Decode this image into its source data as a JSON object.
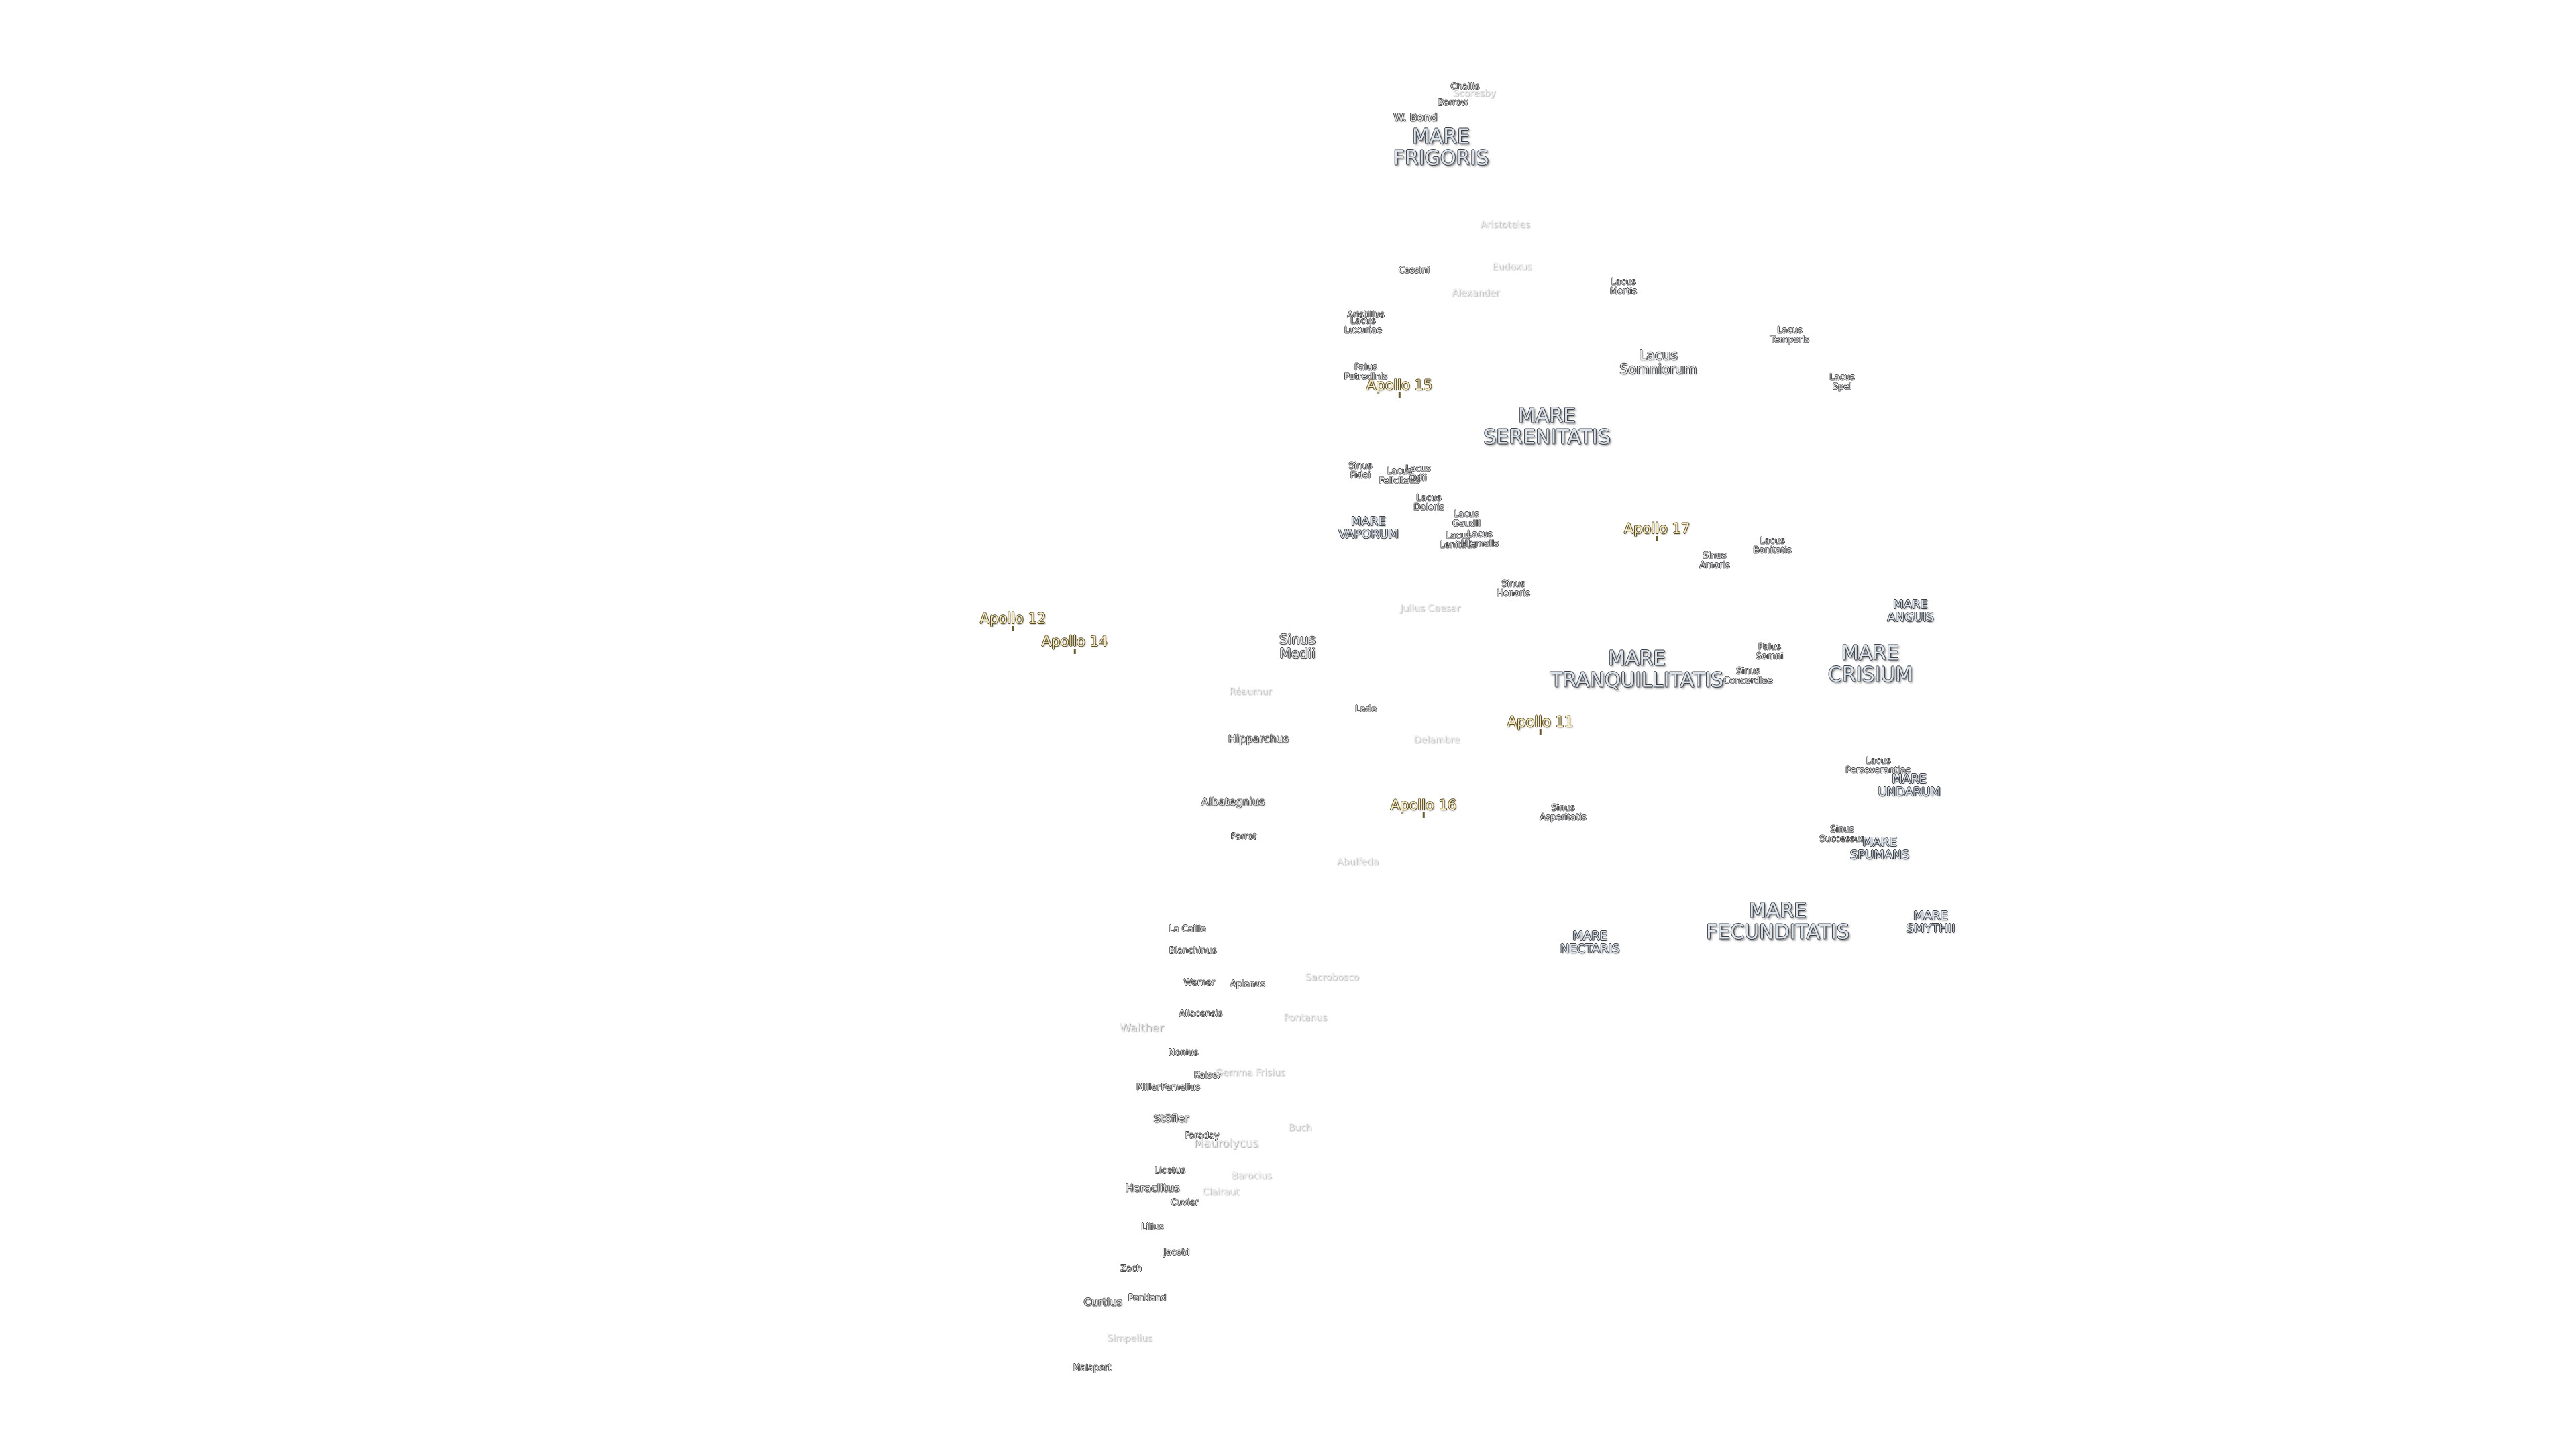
{
  "map": {
    "labels": [
      {
        "id": "mare-frigoris",
        "text": "MARE\nFRIGORIS",
        "kind": "mare"
      },
      {
        "id": "w-bond",
        "text": "W. Bond",
        "kind": "crater"
      },
      {
        "id": "barrow",
        "text": "Barrow",
        "kind": "crater-s"
      },
      {
        "id": "challis",
        "text": "Challis",
        "kind": "crater-s"
      },
      {
        "id": "scoresby",
        "text": "Scoresby",
        "kind": "faint"
      },
      {
        "id": "aristoteles",
        "text": "Aristoteles",
        "kind": "faint"
      },
      {
        "id": "cassini",
        "text": "Cassini",
        "kind": "crater-s"
      },
      {
        "id": "eudoxus",
        "text": "Eudoxus",
        "kind": "faint"
      },
      {
        "id": "alexander",
        "text": "Alexander",
        "kind": "faint"
      },
      {
        "id": "lacus-mortis",
        "text": "Lacus\nMortis",
        "kind": "lake-s"
      },
      {
        "id": "lacus-temporis",
        "text": "Lacus\nTemporis",
        "kind": "lake-s"
      },
      {
        "id": "lacus-somniorum",
        "text": "Lacus\nSomniorum",
        "kind": "lake"
      },
      {
        "id": "lacus-spei",
        "text": "Lacus\nSpei",
        "kind": "lake-s"
      },
      {
        "id": "aristillus",
        "text": "Aristillus",
        "kind": "crater-s"
      },
      {
        "id": "lacus-luxuriae",
        "text": "Lacus\nLuxuriae",
        "kind": "lake-s"
      },
      {
        "id": "palus-putredinis",
        "text": "Palus\nPutredinis",
        "kind": "lake-s"
      },
      {
        "id": "apollo-15",
        "text": "Apollo 15",
        "kind": "apollo"
      },
      {
        "id": "mare-serenitatis",
        "text": "MARE\nSERENITATIS",
        "kind": "mare"
      },
      {
        "id": "sinus-fidei",
        "text": "Sinus\nFidei",
        "kind": "lake-s"
      },
      {
        "id": "lacus-felicitatis",
        "text": "Lacus\nFelicitatis",
        "kind": "lake-s"
      },
      {
        "id": "lacus-odii",
        "text": "Lacus\nOdii",
        "kind": "lake-s"
      },
      {
        "id": "lacus-doloris",
        "text": "Lacus\nDoloris",
        "kind": "lake-s"
      },
      {
        "id": "lacus-gaudii",
        "text": "Lacus\nGaudii",
        "kind": "lake-s"
      },
      {
        "id": "mare-vaporum",
        "text": "MARE\nVAPORUM",
        "kind": "mare-s"
      },
      {
        "id": "lacus-lenitatis",
        "text": "Lacus\nLenitatis",
        "kind": "lake-s"
      },
      {
        "id": "lacus-hiemalis",
        "text": "Lacus\nHiemalis",
        "kind": "lake-s"
      },
      {
        "id": "apollo-17",
        "text": "Apollo 17",
        "kind": "apollo"
      },
      {
        "id": "sinus-amoris",
        "text": "Sinus\nAmoris",
        "kind": "lake-s"
      },
      {
        "id": "lacus-bonitatis",
        "text": "Lacus\nBonitatis",
        "kind": "lake-s"
      },
      {
        "id": "sinus-honoris",
        "text": "Sinus\nHonoris",
        "kind": "lake-s"
      },
      {
        "id": "julius-caesar",
        "text": "Julius Caesar",
        "kind": "faint"
      },
      {
        "id": "mare-anguis",
        "text": "MARE\nANGUIS",
        "kind": "mare-s"
      },
      {
        "id": "apollo-12",
        "text": "Apollo 12",
        "kind": "apollo"
      },
      {
        "id": "apollo-14",
        "text": "Apollo 14",
        "kind": "apollo"
      },
      {
        "id": "sinus-medii",
        "text": "Sinus\nMedii",
        "kind": "lake"
      },
      {
        "id": "mare-tranquillitatis",
        "text": "MARE\nTRANQUILLITATIS",
        "kind": "mare"
      },
      {
        "id": "palus-somni",
        "text": "Palus\nSomni",
        "kind": "lake-s"
      },
      {
        "id": "sinus-concordiae",
        "text": "Sinus\nConcordiae",
        "kind": "lake-s"
      },
      {
        "id": "mare-crisium",
        "text": "MARE\nCRISIUM",
        "kind": "mare"
      },
      {
        "id": "rhaeticus",
        "text": "Réaumur",
        "kind": "faint"
      },
      {
        "id": "lade",
        "text": "Lade",
        "kind": "crater-s"
      },
      {
        "id": "apollo-11",
        "text": "Apollo 11",
        "kind": "apollo"
      },
      {
        "id": "hipparchus",
        "text": "Hipparchus",
        "kind": "crater"
      },
      {
        "id": "delambre",
        "text": "Delambre",
        "kind": "faint"
      },
      {
        "id": "lacus-perseverantiae",
        "text": "Lacus\nPerseverantiae",
        "kind": "lake-s"
      },
      {
        "id": "mare-undarum",
        "text": "MARE\nUNDARUM",
        "kind": "mare-s"
      },
      {
        "id": "albategnius",
        "text": "Albategnius",
        "kind": "crater"
      },
      {
        "id": "apollo-16",
        "text": "Apollo 16",
        "kind": "apollo"
      },
      {
        "id": "sinus-asperitatis",
        "text": "Sinus\nAsperitatis",
        "kind": "lake-s"
      },
      {
        "id": "parrot",
        "text": "Parrot",
        "kind": "crater-s"
      },
      {
        "id": "sinus-successus",
        "text": "Sinus\nSuccessus",
        "kind": "lake-s"
      },
      {
        "id": "mare-spumans",
        "text": "MARE\nSPUMANS",
        "kind": "mare-s"
      },
      {
        "id": "abulfeda",
        "text": "Abulfeda",
        "kind": "faint"
      },
      {
        "id": "mare-fecunditatis",
        "text": "MARE\nFECUNDITATIS",
        "kind": "mare"
      },
      {
        "id": "mare-smythii",
        "text": "MARE\nSMYTHII",
        "kind": "mare-s"
      },
      {
        "id": "mare-nectaris",
        "text": "MARE\nNECTARIS",
        "kind": "mare-s"
      },
      {
        "id": "la-caille",
        "text": "La Caille",
        "kind": "crater-s"
      },
      {
        "id": "blanchinus",
        "text": "Blanchinus",
        "kind": "crater-s"
      },
      {
        "id": "sacrobosco",
        "text": "Sacrobosco",
        "kind": "faint"
      },
      {
        "id": "werner",
        "text": "Werner",
        "kind": "crater-s"
      },
      {
        "id": "apianus",
        "text": "Apianus",
        "kind": "crater-s"
      },
      {
        "id": "aliacensis",
        "text": "Aliacensis",
        "kind": "crater-s"
      },
      {
        "id": "fontenus",
        "text": "Pontanus",
        "kind": "faint"
      },
      {
        "id": "walther",
        "text": "Walther",
        "kind": "faint-l"
      },
      {
        "id": "nonius",
        "text": "Nonius",
        "kind": "crater-s"
      },
      {
        "id": "kaiser",
        "text": "Kaiser",
        "kind": "crater-s"
      },
      {
        "id": "gemma-frisius",
        "text": "Gemma Frisius",
        "kind": "faint"
      },
      {
        "id": "miller",
        "text": "Miller",
        "kind": "crater-s"
      },
      {
        "id": "fernelius",
        "text": "Fernelius",
        "kind": "crater-s"
      },
      {
        "id": "stofler",
        "text": "Stöfler",
        "kind": "crater"
      },
      {
        "id": "buch",
        "text": "Buch",
        "kind": "faint"
      },
      {
        "id": "faraday",
        "text": "Faraday",
        "kind": "crater-s"
      },
      {
        "id": "maurolycus",
        "text": "Maurolycus",
        "kind": "faint-l"
      },
      {
        "id": "licetus",
        "text": "Licetus",
        "kind": "crater-s"
      },
      {
        "id": "barocius",
        "text": "Barocius",
        "kind": "faint"
      },
      {
        "id": "heraclitus",
        "text": "Heraclitus",
        "kind": "crater"
      },
      {
        "id": "clairaut",
        "text": "Clairaut",
        "kind": "faint"
      },
      {
        "id": "cuvier",
        "text": "Cuvier",
        "kind": "crater-s"
      },
      {
        "id": "lilius",
        "text": "Lilius",
        "kind": "crater-s"
      },
      {
        "id": "jacobi",
        "text": "Jacobi",
        "kind": "crater-s"
      },
      {
        "id": "zach",
        "text": "Zach",
        "kind": "crater-s"
      },
      {
        "id": "curtius",
        "text": "Curtius",
        "kind": "crater"
      },
      {
        "id": "pentland",
        "text": "Pentland",
        "kind": "crater-s"
      },
      {
        "id": "simpelius",
        "text": "Simpelius",
        "kind": "faint"
      },
      {
        "id": "malapert",
        "text": "Malapert",
        "kind": "crater-s"
      }
    ]
  }
}
